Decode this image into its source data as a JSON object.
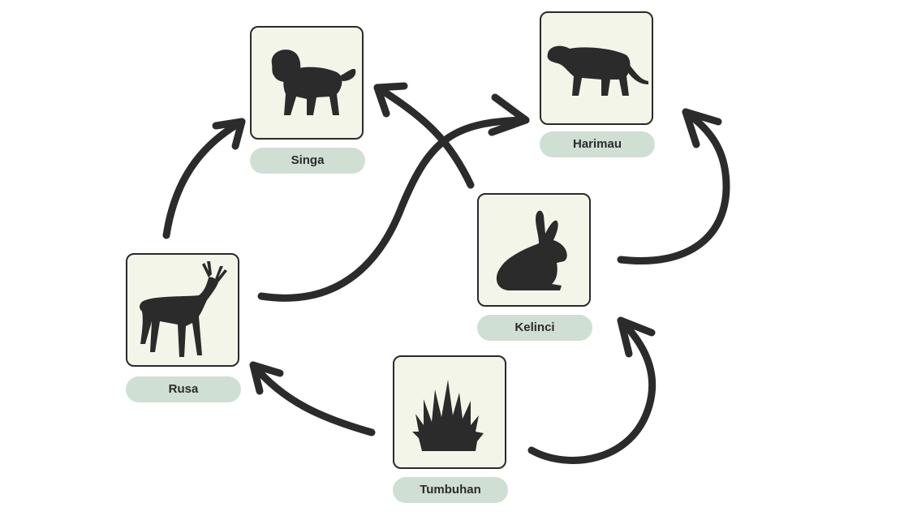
{
  "nodes": {
    "singa": {
      "label": "Singa",
      "icon": "lion-icon"
    },
    "harimau": {
      "label": "Harimau",
      "icon": "tiger-icon"
    },
    "rusa": {
      "label": "Rusa",
      "icon": "deer-icon"
    },
    "kelinci": {
      "label": "Kelinci",
      "icon": "rabbit-icon"
    },
    "tumbuhan": {
      "label": "Tumbuhan",
      "icon": "grass-icon"
    }
  },
  "colors": {
    "card_bg": "#f4f5e9",
    "label_bg": "#cfdfd3",
    "silhouette": "#2b2b2b",
    "arrow": "#2b2b2b"
  }
}
